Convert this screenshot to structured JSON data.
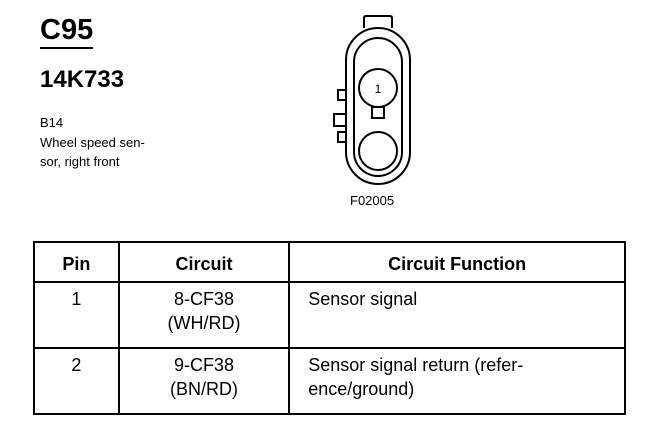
{
  "header": {
    "connector_id": "C95",
    "part_number": "14K733",
    "location_code": "B14",
    "description_lines": [
      "Wheel speed sen-",
      "sor, right front"
    ]
  },
  "figure": {
    "code": "F02005",
    "pin_label": "1"
  },
  "table": {
    "headers": [
      "Pin",
      "Circuit",
      "Circuit Function"
    ],
    "rows": [
      {
        "pin": "1",
        "circuit_lines": [
          "8-CF38",
          "(WH/RD)"
        ],
        "function_lines": [
          "Sensor signal"
        ]
      },
      {
        "pin": "2",
        "circuit_lines": [
          "9-CF38",
          "(BN/RD)"
        ],
        "function_lines": [
          "Sensor signal return (refer-",
          "ence/ground)"
        ]
      }
    ]
  }
}
